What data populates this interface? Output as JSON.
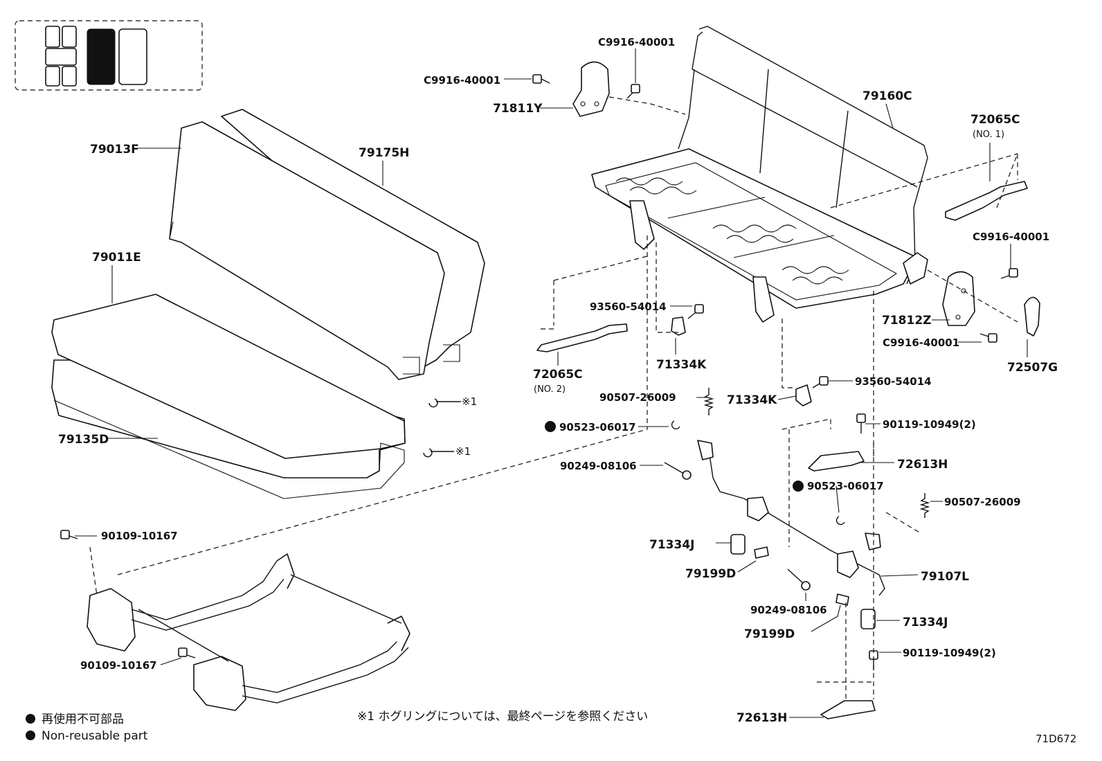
{
  "parts": {
    "l_79013F": "79013F",
    "l_79175H": "79175H",
    "l_79011E": "79011E",
    "l_79135D": "79135D",
    "l_ring1": "※1",
    "l_ring2": "※1",
    "l_c9916_a": "C9916-40001",
    "l_c9916_b": "C9916-40001",
    "l_c9916_c": "C9916-40001",
    "l_c9916_d": "C9916-40001",
    "l_71811Y": "71811Y",
    "l_79160C": "79160C",
    "l_72065C_1": "72065C",
    "l_72065C_1_sub": "(NO. 1)",
    "l_72065C_2": "72065C",
    "l_72065C_2_sub": "(NO. 2)",
    "l_93560_a": "93560-54014",
    "l_93560_b": "93560-54014",
    "l_71334K_a": "71334K",
    "l_71334K_b": "71334K",
    "l_71812Z": "71812Z",
    "l_72507G": "72507G",
    "l_90507_a": "90507-26009",
    "l_90507_b": "90507-26009",
    "l_90523_a": "90523-06017",
    "l_90523_b": "90523-06017",
    "l_90119_a": "90119-10949(2)",
    "l_90119_b": "90119-10949(2)",
    "l_72613H_a": "72613H",
    "l_72613H_b": "72613H",
    "l_90249_a": "90249-08106",
    "l_90249_b": "90249-08106",
    "l_71334J_a": "71334J",
    "l_71334J_b": "71334J",
    "l_79199D_a": "79199D",
    "l_79199D_b": "79199D",
    "l_79107L": "79107L",
    "l_90109_a": "90109-10167",
    "l_90109_b": "90109-10167"
  },
  "legend": {
    "jp": "再使用不可部品",
    "en": "Non-reusable part",
    "note": "※1  ホグリングについては、最終ページを参照ください"
  },
  "figure_code": "71D672"
}
